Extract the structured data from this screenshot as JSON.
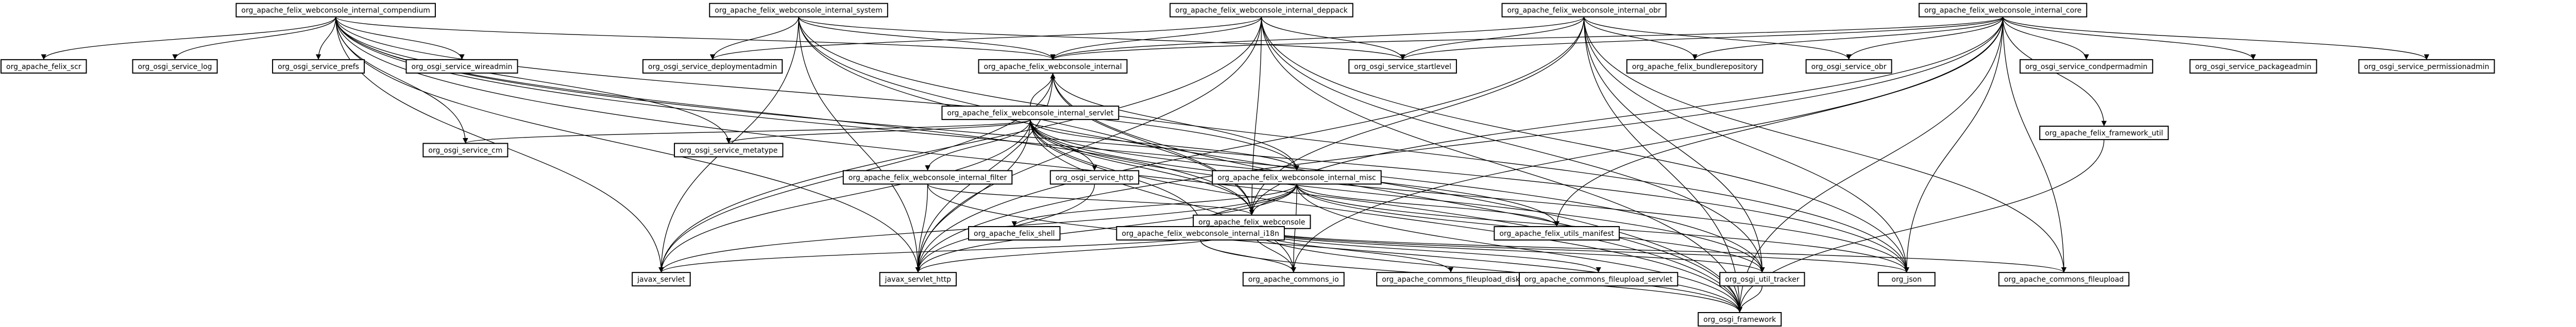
{
  "nodes": [
    {
      "id": "composition",
      "label": "org_apache_felix_webconsole_internal_compendium"
    },
    {
      "id": "system",
      "label": "org_apache_felix_webconsole_internal_system"
    },
    {
      "id": "deppack",
      "label": "org_apache_felix_webconsole_internal_deppack"
    },
    {
      "id": "obr",
      "label": "org_apache_felix_webconsole_internal_obr"
    },
    {
      "id": "core",
      "label": "org_apache_felix_webconsole_internal_core"
    },
    {
      "id": "scr",
      "label": "org_apache_felix_scr"
    },
    {
      "id": "log",
      "label": "org_osgi_service_log"
    },
    {
      "id": "prefs",
      "label": "org_osgi_service_prefs"
    },
    {
      "id": "wireadmin",
      "label": "org_osgi_service_wireadmin"
    },
    {
      "id": "deploymentadmin",
      "label": "org_osgi_service_deploymentadmin"
    },
    {
      "id": "internal",
      "label": "org_apache_felix_webconsole_internal"
    },
    {
      "id": "startlevel",
      "label": "org_osgi_service_startlevel"
    },
    {
      "id": "bundlerepository",
      "label": "org_apache_felix_bundlerepository"
    },
    {
      "id": "obrsvc",
      "label": "org_osgi_service_obr"
    },
    {
      "id": "condpermadmin",
      "label": "org_osgi_service_condpermadmin"
    },
    {
      "id": "packageadmin",
      "label": "org_osgi_service_packageadmin"
    },
    {
      "id": "permissionadmin",
      "label": "org_osgi_service_permissionadmin"
    },
    {
      "id": "servlet",
      "label": "org_apache_felix_webconsole_internal_servlet"
    },
    {
      "id": "frameworkutil",
      "label": "org_apache_felix_framework_util"
    },
    {
      "id": "cm",
      "label": "org_osgi_service_cm"
    },
    {
      "id": "metatype",
      "label": "org_osgi_service_metatype"
    },
    {
      "id": "filter",
      "label": "org_apache_felix_webconsole_internal_filter"
    },
    {
      "id": "http",
      "label": "org_osgi_service_http"
    },
    {
      "id": "misc",
      "label": "org_apache_felix_webconsole_internal_misc"
    },
    {
      "id": "webconsole",
      "label": "org_apache_felix_webconsole"
    },
    {
      "id": "shell",
      "label": "org_apache_felix_shell"
    },
    {
      "id": "i18n",
      "label": "org_apache_felix_webconsole_internal_i18n"
    },
    {
      "id": "manifest",
      "label": "org_apache_felix_utils_manifest"
    },
    {
      "id": "jservlet",
      "label": "javax_servlet"
    },
    {
      "id": "jservlethttp",
      "label": "javax_servlet_http"
    },
    {
      "id": "commonsio",
      "label": "org_apache_commons_io"
    },
    {
      "id": "fileupload_disk",
      "label": "org_apache_commons_fileupload_disk"
    },
    {
      "id": "fileupload_servlet",
      "label": "org_apache_commons_fileupload_servlet"
    },
    {
      "id": "tracker",
      "label": "org_osgi_util_tracker"
    },
    {
      "id": "json",
      "label": "org_json"
    },
    {
      "id": "fileupload",
      "label": "org_apache_commons_fileupload"
    },
    {
      "id": "framework",
      "label": "org_osgi_framework"
    }
  ],
  "edges": [
    [
      "composition",
      "scr"
    ],
    [
      "composition",
      "log"
    ],
    [
      "composition",
      "prefs"
    ],
    [
      "composition",
      "wireadmin"
    ],
    [
      "composition",
      "internal"
    ],
    [
      "composition",
      "cm"
    ],
    [
      "composition",
      "metatype"
    ],
    [
      "composition",
      "webconsole"
    ],
    [
      "composition",
      "jservlet"
    ],
    [
      "composition",
      "jservlethttp"
    ],
    [
      "composition",
      "framework"
    ],
    [
      "composition",
      "json"
    ],
    [
      "composition",
      "misc"
    ],
    [
      "composition",
      "tracker"
    ],
    [
      "system",
      "deploymentadmin"
    ],
    [
      "system",
      "internal"
    ],
    [
      "system",
      "webconsole"
    ],
    [
      "system",
      "jservlet"
    ],
    [
      "system",
      "jservlethttp"
    ],
    [
      "system",
      "framework"
    ],
    [
      "system",
      "json"
    ],
    [
      "system",
      "startlevel"
    ],
    [
      "deppack",
      "deploymentadmin"
    ],
    [
      "deppack",
      "internal"
    ],
    [
      "deppack",
      "webconsole"
    ],
    [
      "deppack",
      "jservlet"
    ],
    [
      "deppack",
      "jservlethttp"
    ],
    [
      "deppack",
      "framework"
    ],
    [
      "deppack",
      "json"
    ],
    [
      "deppack",
      "tracker"
    ],
    [
      "deppack",
      "startlevel"
    ],
    [
      "obr",
      "internal"
    ],
    [
      "obr",
      "bundlerepository"
    ],
    [
      "obr",
      "obrsvc"
    ],
    [
      "obr",
      "startlevel"
    ],
    [
      "obr",
      "webconsole"
    ],
    [
      "obr",
      "jservlethttp"
    ],
    [
      "obr",
      "framework"
    ],
    [
      "obr",
      "json"
    ],
    [
      "obr",
      "tracker"
    ],
    [
      "obr",
      "fileupload"
    ],
    [
      "core",
      "internal"
    ],
    [
      "core",
      "startlevel"
    ],
    [
      "core",
      "bundlerepository"
    ],
    [
      "core",
      "obrsvc"
    ],
    [
      "core",
      "condpermadmin"
    ],
    [
      "core",
      "packageadmin"
    ],
    [
      "core",
      "permissionadmin"
    ],
    [
      "core",
      "frameworkutil"
    ],
    [
      "core",
      "webconsole"
    ],
    [
      "core",
      "manifest"
    ],
    [
      "core",
      "jservlethttp"
    ],
    [
      "core",
      "framework"
    ],
    [
      "core",
      "json"
    ],
    [
      "core",
      "fileupload"
    ],
    [
      "core",
      "commonsio"
    ],
    [
      "internal",
      "framework"
    ],
    [
      "internal",
      "jservlet"
    ],
    [
      "internal",
      "jservlethttp"
    ],
    [
      "internal",
      "webconsole"
    ],
    [
      "servlet",
      "internal"
    ],
    [
      "servlet",
      "cm"
    ],
    [
      "servlet",
      "metatype"
    ],
    [
      "servlet",
      "filter"
    ],
    [
      "servlet",
      "http"
    ],
    [
      "servlet",
      "misc"
    ],
    [
      "servlet",
      "webconsole"
    ],
    [
      "servlet",
      "jservlet"
    ],
    [
      "servlet",
      "jservlethttp"
    ],
    [
      "servlet",
      "i18n"
    ],
    [
      "servlet",
      "tracker"
    ],
    [
      "servlet",
      "framework"
    ],
    [
      "servlet",
      "json"
    ],
    [
      "servlet",
      "commonsio"
    ],
    [
      "servlet",
      "manifest"
    ],
    [
      "frameworkutil",
      "framework"
    ],
    [
      "filter",
      "webconsole"
    ],
    [
      "filter",
      "jservlethttp"
    ],
    [
      "filter",
      "framework"
    ],
    [
      "http",
      "jservlethttp"
    ],
    [
      "misc",
      "internal"
    ],
    [
      "misc",
      "shell"
    ],
    [
      "misc",
      "i18n"
    ],
    [
      "misc",
      "webconsole"
    ],
    [
      "misc",
      "manifest"
    ],
    [
      "misc",
      "jservlet"
    ],
    [
      "misc",
      "jservlethttp"
    ],
    [
      "misc",
      "framework"
    ],
    [
      "misc",
      "tracker"
    ],
    [
      "misc",
      "commonsio"
    ],
    [
      "misc",
      "json"
    ],
    [
      "i18n",
      "framework"
    ],
    [
      "i18n",
      "commonsio"
    ],
    [
      "webconsole",
      "jservlet"
    ],
    [
      "webconsole",
      "jservlethttp"
    ],
    [
      "webconsole",
      "commonsio"
    ],
    [
      "webconsole",
      "fileupload_disk"
    ],
    [
      "webconsole",
      "fileupload_servlet"
    ],
    [
      "webconsole",
      "tracker"
    ],
    [
      "webconsole",
      "json"
    ],
    [
      "webconsole",
      "fileupload"
    ],
    [
      "webconsole",
      "framework"
    ],
    [
      "tracker",
      "framework"
    ]
  ]
}
